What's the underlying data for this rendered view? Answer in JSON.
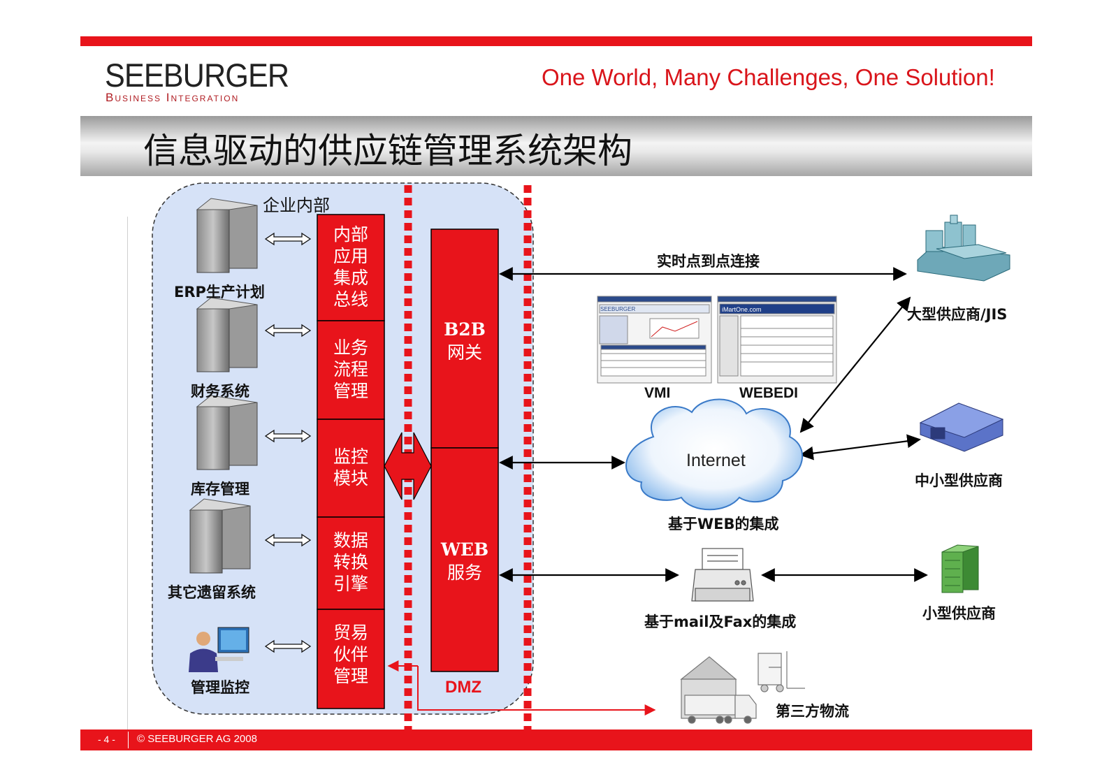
{
  "header": {
    "logo_main": "SEEBURGER",
    "logo_sub": "Business Integration",
    "slogan": "One World, Many Challenges, One Solution!"
  },
  "title": "信息驱动的供应链管理系统架构",
  "diagram": {
    "enterprise_label": "企业内部",
    "dmz_label": "DMZ",
    "systems": [
      "ERP生产计划",
      "财务系统",
      "库存管理",
      "其它遗留系统",
      "管理监控"
    ],
    "bus_blocks": [
      [
        "内部",
        "应用",
        "集成",
        "总线"
      ],
      [
        "业务",
        "流程",
        "管理"
      ],
      [
        "监控",
        "模块"
      ],
      [
        "数据",
        "转换",
        "引擎"
      ],
      [
        "贸易",
        "伙伴",
        "管理"
      ]
    ],
    "gateway": [
      "B2B",
      "网关"
    ],
    "web_service": [
      "WEB",
      "服务"
    ],
    "p2p_label": "实时点到点连接",
    "vmi_label": "VMI",
    "webedi_label": "WEBEDI",
    "internet_label": "Internet",
    "web_integration_label": "基于WEB的集成",
    "mail_fax_label": "基于mail及Fax的集成",
    "large_supplier": "大型供应商/JIS",
    "mid_supplier": "中小型供应商",
    "small_supplier": "小型供应商",
    "logistics": "第三方物流",
    "screenshot_vmi_header": "SEEBURGER",
    "screenshot_webedi_header": "iMartOne.com"
  },
  "footer": {
    "page": "- 4 -",
    "copyright": "© SEEBURGER AG 2008"
  },
  "colors": {
    "red": "#e8141b",
    "enterprise_bg": "#d6e2f7",
    "black": "#000000"
  }
}
